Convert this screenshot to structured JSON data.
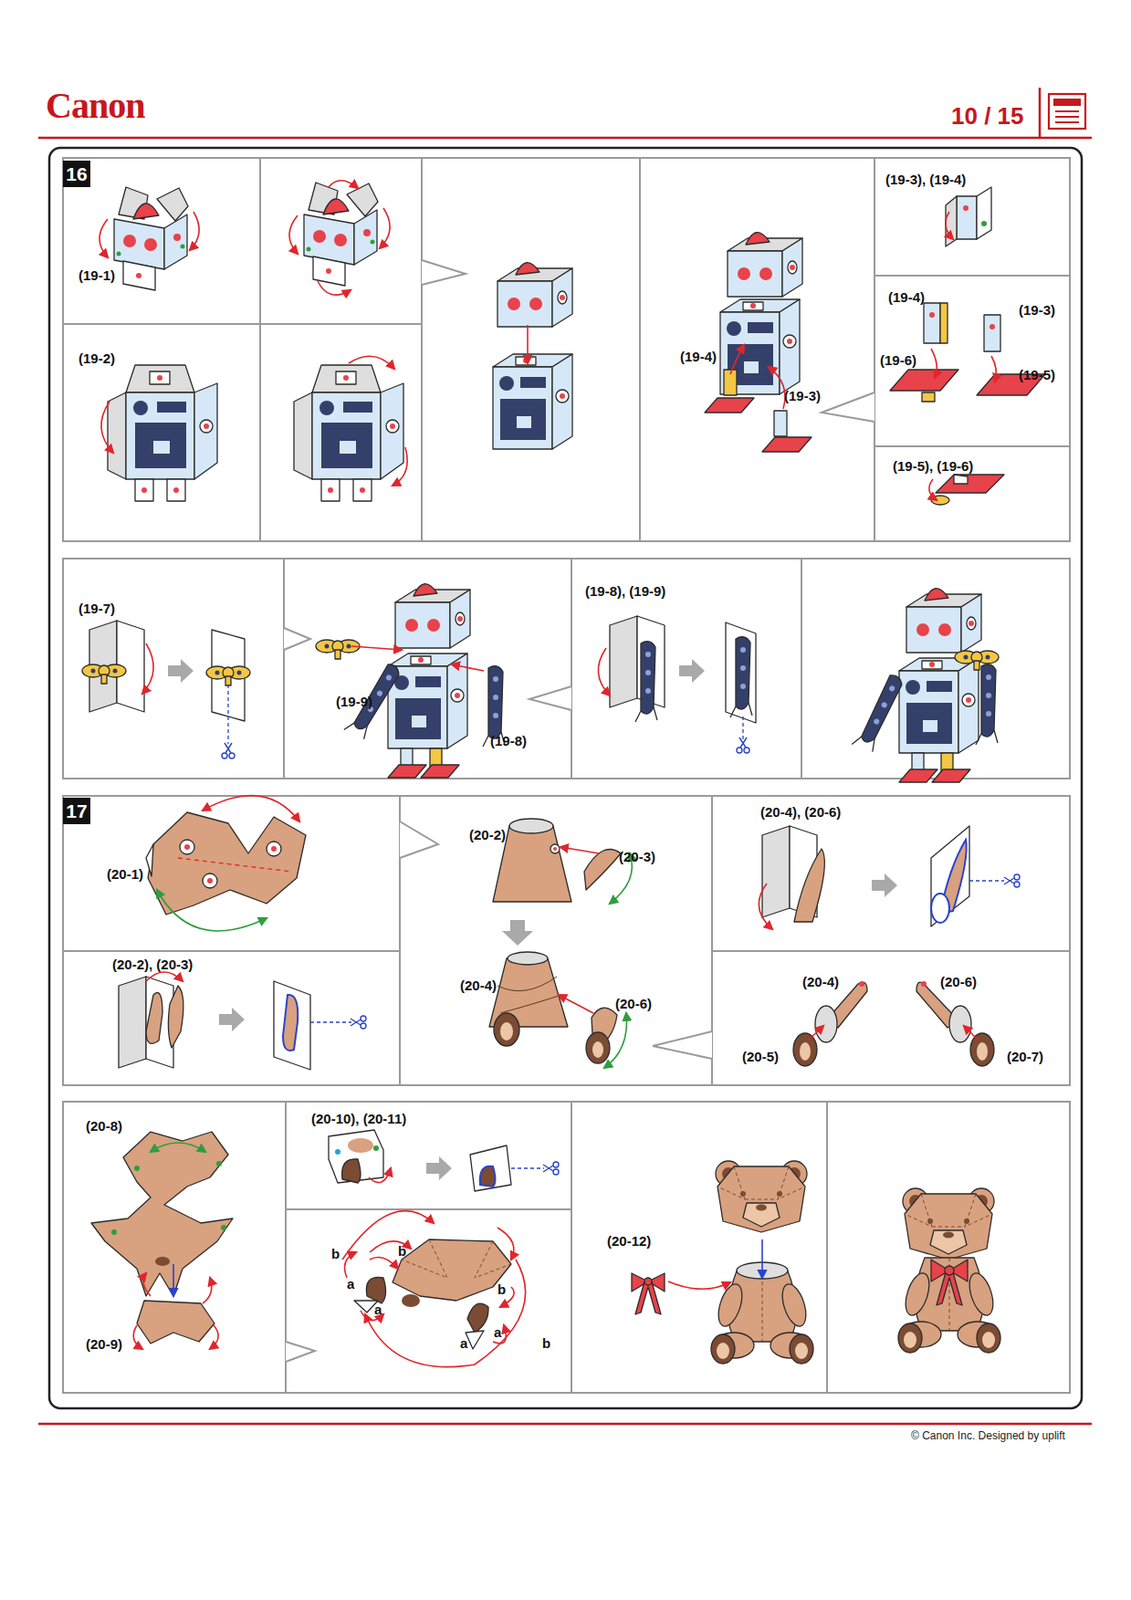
{
  "diagram": {
    "nodes": [
      {
        "text": [
          "16"
        ]
      },
      {
        "text": [
          "17"
        ]
      }
    ],
    "labels": [
      "Canon",
      "10 / 15",
      "(19-1)",
      "(19-2)",
      "(19-3), (19-4)",
      "(19-4)",
      "(19-3)",
      "(19-6)",
      "(19-5)",
      "(19-4)",
      "(19-3)",
      "(19-5), (19-6)",
      "(19-7)",
      "(19-9)",
      "(19-8)",
      "(19-8), (19-9)",
      "(20-1)",
      "(20-2), (20-3)",
      "(20-2)",
      "(20-3)",
      "(20-4)",
      "(20-6)",
      "(20-4), (20-6)",
      "(20-4)",
      "(20-6)",
      "(20-5)",
      "(20-7)",
      "(20-8)",
      "(20-9)",
      "(20-10), (20-11)",
      "b",
      "b",
      "a",
      "a",
      "b",
      "a",
      "a",
      "b",
      "(20-12)",
      "© Canon Inc. Designed by uplift"
    ]
  }
}
